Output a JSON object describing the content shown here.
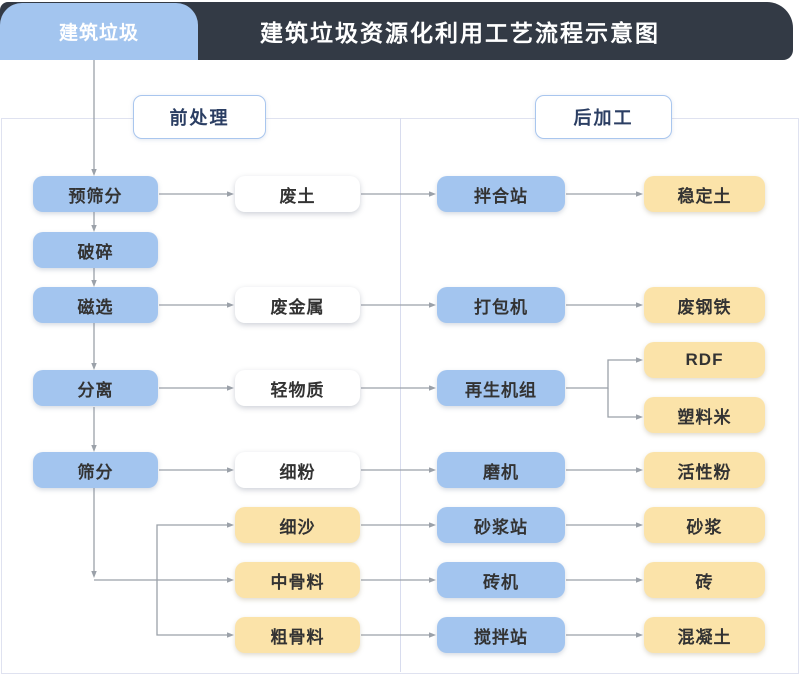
{
  "title_bar": {
    "tab_label": "建筑垃圾",
    "title": "建筑垃圾资源化利用工艺流程示意图"
  },
  "sections": {
    "pre_processing": "前处理",
    "post_processing": "后加工"
  },
  "nodes": {
    "pre_screening": "预筛分",
    "crushing": "破碎",
    "magnetic_separation": "磁选",
    "separation": "分离",
    "screening": "筛分",
    "waste_soil": "废土",
    "waste_metal": "废金属",
    "light_material": "轻物质",
    "fine_powder": "细粉",
    "fine_sand": "细沙",
    "medium_aggregate": "中骨料",
    "coarse_aggregate": "粗骨料",
    "mixing_plant": "拌合站",
    "baler": "打包机",
    "regeneration_unit": "再生机组",
    "mill": "磨机",
    "mortar_station": "砂浆站",
    "brick_machine": "砖机",
    "concrete_mixing_station": "搅拌站",
    "stabilized_soil": "稳定土",
    "waste_steel": "废钢铁",
    "rdf": "RDF",
    "plastic_pellets": "塑料米",
    "active_powder": "活性粉",
    "mortar": "砂浆",
    "brick": "砖",
    "concrete": "混凝土"
  },
  "colors": {
    "header_dark": "#333a45",
    "node_blue": "#a3c5ef",
    "node_yellow": "#fbe3a9",
    "node_white": "#ffffff",
    "section_border": "#a9c6ee",
    "section_text": "#2b3e63",
    "connector_line": "#9ba1a9",
    "panel_border": "#dfe2f0"
  }
}
